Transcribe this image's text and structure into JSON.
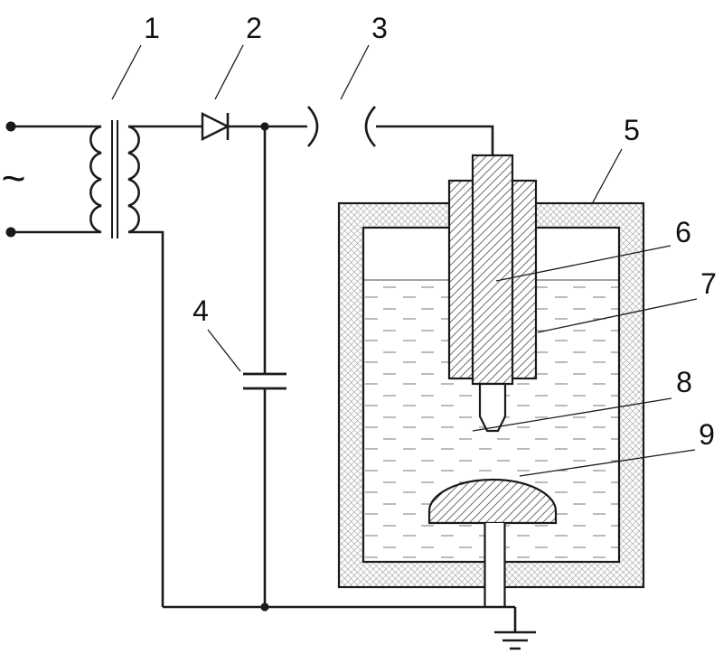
{
  "figure": {
    "colors": {
      "line": "#1a1a1a",
      "background": "#ffffff"
    },
    "ac_source_symbol": "~",
    "reference_numerals": {
      "transformer": "1",
      "diode": "2",
      "spark_gap": "3",
      "capacitor": "4",
      "vessel": "5",
      "electrode_rod": "6",
      "holder": "7",
      "electrode_tip": "8",
      "workpiece_dome": "9"
    }
  }
}
